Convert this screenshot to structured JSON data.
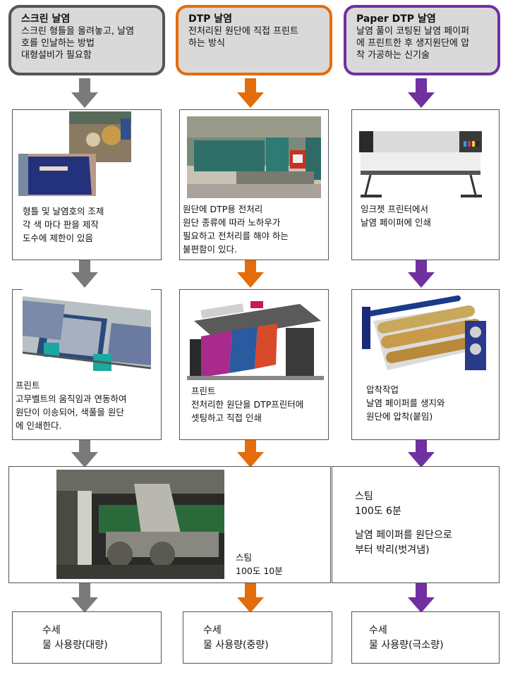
{
  "colors": {
    "gray": "#7a7a7a",
    "orange": "#e46c0a",
    "purple": "#7030a0"
  },
  "columns": [
    {
      "header_title": "스크린 날염",
      "header_desc": "스크린 형틀을 올려놓고, 날염\n호를 인날하는 방법\n대형설비가 필요함",
      "step1_text": "형틀 및 날염호의 조제\n각 색 마다 판을 제작\n도수에 제한이 있음",
      "step2_text": "프린트\n고무벨트의 움직임과 연동하여\n원단이 이송되어, 색풀을 원단\n에 인쇄한다.",
      "final_text": "수세\n물 사용량(대량)"
    },
    {
      "header_title": "DTP 날염",
      "header_desc": "전처리된 원단에 직접 프린트\n하는 방식",
      "step1_text": "원단에 DTP용 전처리\n원단 종류에 따라 노하우가\n필요하고 전처리를 해야 하는\n불편함이 있다.",
      "step2_text": "프린트\n전처리한 원단을 DTP프린터에\n셋팅하고 직접 인쇄",
      "final_text": "수세\n물 사용량(중량)"
    },
    {
      "header_title": "Paper DTP 날염",
      "header_desc": "날염 풀이 코팅된 날염 페이퍼\n에 프린트한 후 생지원단에 압\n착 가공하는 신기술",
      "step1_text": "잉크젯 프린터에서\n날염  페이퍼에  인쇄",
      "step2_text": "압착작업\n날염  페이퍼를 생지와\n원단에 압착(붙임)",
      "final_text": "수세\n물 사용량(극소량)"
    }
  ],
  "steam_left": "스팀\n100도 10분",
  "steam_right_1": "스팀\n100도 6분",
  "steam_right_2": "날염  페이퍼를 원단으로\n부터 박리(벗겨냄)"
}
